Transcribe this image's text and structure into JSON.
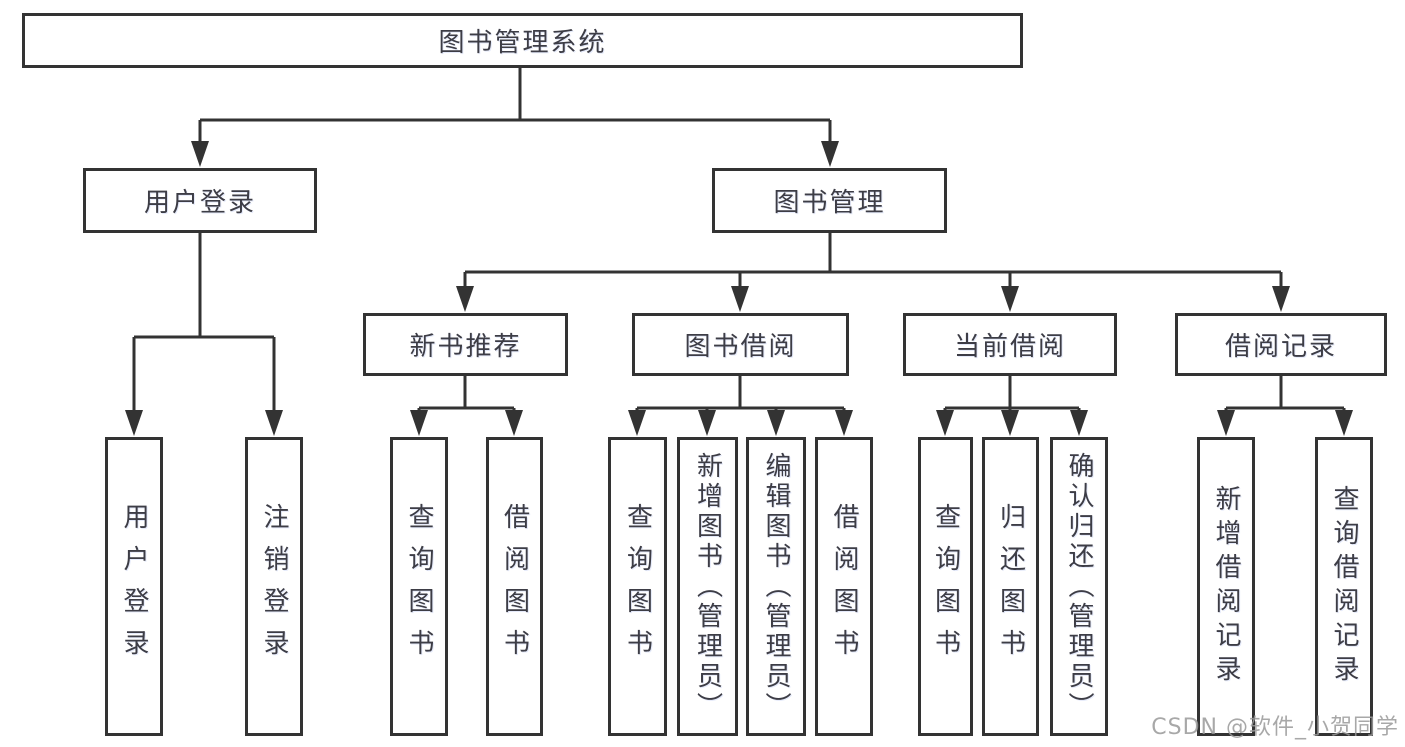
{
  "diagram_type": "hierarchy-tree",
  "colors": {
    "line": "#333333",
    "text": "#3d3d46",
    "background": "#ffffff",
    "watermark": "#9a9a9a"
  },
  "watermark": {
    "text": "CSDN @软件_小贺同学"
  },
  "tree": {
    "label": "图书管理系统",
    "children": [
      {
        "label": "用户登录",
        "children": [
          {
            "label": "用户登录"
          },
          {
            "label": "注销登录"
          }
        ]
      },
      {
        "label": "图书管理",
        "children": [
          {
            "label": "新书推荐",
            "children": [
              {
                "label": "查询图书"
              },
              {
                "label": "借阅图书"
              }
            ]
          },
          {
            "label": "图书借阅",
            "children": [
              {
                "label": "查询图书"
              },
              {
                "label": "新增图书（管理员）"
              },
              {
                "label": "编辑图书（管理员）"
              },
              {
                "label": "借阅图书"
              }
            ]
          },
          {
            "label": "当前借阅",
            "children": [
              {
                "label": "查询图书"
              },
              {
                "label": "归还图书"
              },
              {
                "label": "确认归还（管理员）"
              }
            ]
          },
          {
            "label": "借阅记录",
            "children": [
              {
                "label": "新增借阅记录"
              },
              {
                "label": "查询借阅记录"
              }
            ]
          }
        ]
      }
    ]
  }
}
